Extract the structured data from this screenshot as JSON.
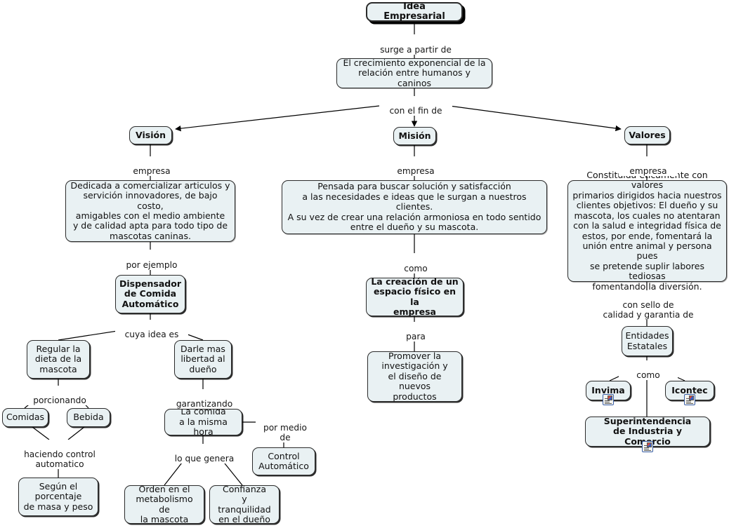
{
  "map": {
    "title": "Idea Empresarial",
    "background": "#ffffff",
    "node_fill": "#e9f1f3",
    "node_stroke": "#2b2b2b",
    "text_color": "#111111"
  },
  "nodes": {
    "idea": "Idea Empresarial",
    "crecimiento": "El crecimiento exponencial de la\nrelación entre humanos y caninos",
    "vision": "Visión",
    "mision": "Misión",
    "valores": "Valores",
    "vision_text": "Dedicada a comercializar articulos y\nservición innovadores, de bajo costo,\namigables con el medio ambiente\ny de calidad apta para todo tipo de\nmascotas caninas.",
    "mision_text": "Pensada para buscar solución y satisfacción\na las necesidades e ideas que le surgan a nuestros clientes.\nA su vez de crear una relación armoniosa en todo sentido\nentre el dueño y su mascota.",
    "valores_text": "Constituida éticamente con valores\nprimarios dirigidos hacia nuestros\nclientes objetivos: El dueño y su\nmascota, los cuales no atentaran\ncon la salud e integridad física de\nestos, por ende, fomentará la\nunión entre animal y persona pues\nse pretende suplir labores tediosas\nfomentando la diversión.",
    "dispensador": "Dispensador\nde Comida\nAutomático",
    "regular_dieta": "Regular la\ndieta de la\nmascota",
    "darle_libertad": "Darle mas\nlibertad al\ndueño",
    "comidas": "Comidas",
    "bebida": "Bebida",
    "segun_porcentaje": "Según el\nporcentaje\nde masa y peso",
    "comida_misma_hora": "La comida\na la misma hora",
    "control_automatico": "Control\nAutomático",
    "orden_metabolismo": "Orden en el\nmetabolismo de\nla mascota",
    "confianza": "Confianza\ny tranquilidad\nen el dueño",
    "creacion_espacio": "La creación de un\nespacio físico en la\nempresa",
    "promover": "Promover la\ninvestigación y\nel diseño de nuevos\nproductos",
    "entidades": "Entidades\nEstatales",
    "invima": "Invima",
    "icontec": "Icontec",
    "superintendencia": "Superintendencia\nde Industria y Comercio"
  },
  "link_labels": {
    "surge": "surge a partir de",
    "con_fin": "con el fin de",
    "empresa_vision": "empresa",
    "empresa_mision": "empresa",
    "empresa_valores": "empresa",
    "por_ejemplo": "por ejemplo",
    "cuya_idea": "cuya idea es",
    "porcionando": "porcionando",
    "haciendo_control": "haciendo control\nautomatico",
    "garantizando": "garantizando",
    "lo_que_genera": "lo que genera",
    "por_medio_de": "por medio\nde",
    "como_mision": "como",
    "para": "para",
    "con_sello": "con sello de\ncalidad y garantia de",
    "como_entidades": "como"
  },
  "icons": {
    "resource_icon_name": "document-resource-icon",
    "resource_icon_count": 3
  }
}
